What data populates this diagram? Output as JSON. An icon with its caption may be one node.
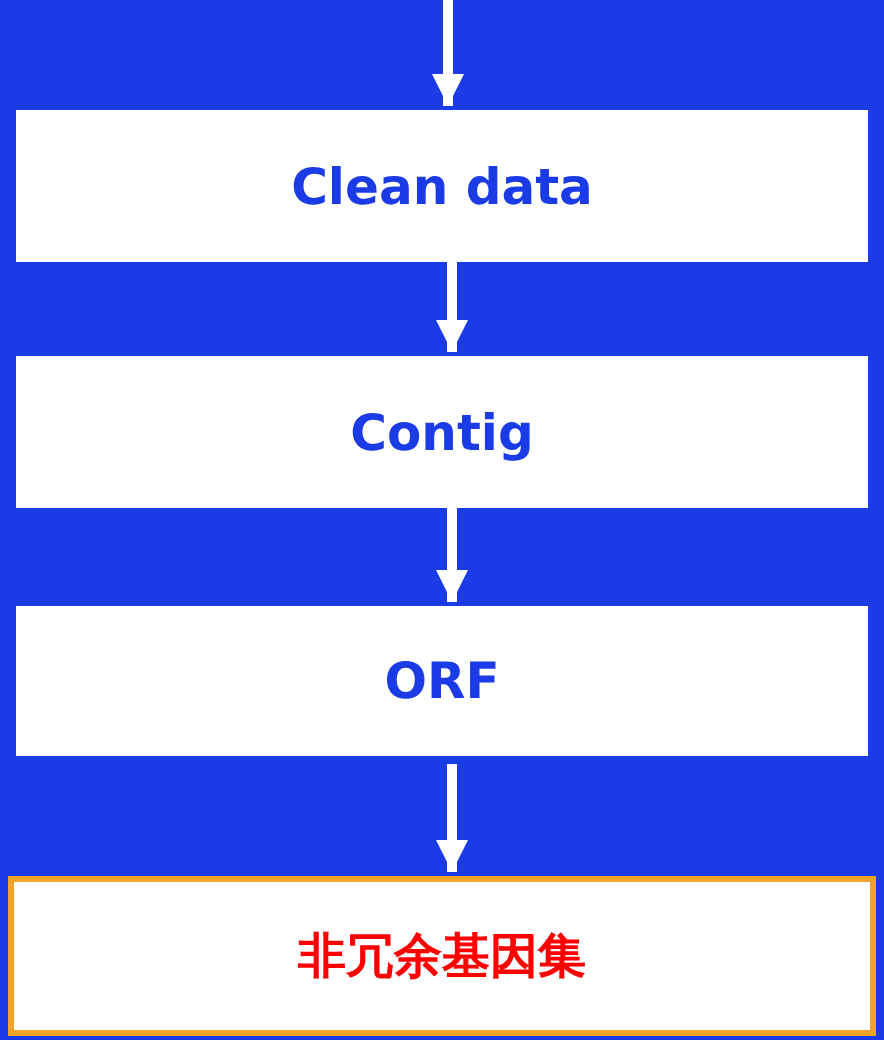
{
  "diagram": {
    "nodes": [
      {
        "text": [
          "Clean data"
        ]
      },
      {
        "text": [
          "Contig"
        ]
      },
      {
        "text": [
          "ORF"
        ]
      },
      {
        "text": [
          "非冗余基因集"
        ]
      }
    ],
    "edges": [
      {
        "from": null,
        "to": 0,
        "arrow": "to"
      },
      {
        "from": 0,
        "to": 1,
        "arrow": "to"
      },
      {
        "from": 1,
        "to": 2,
        "arrow": "to"
      },
      {
        "from": 2,
        "to": 3,
        "arrow": "to"
      }
    ]
  }
}
